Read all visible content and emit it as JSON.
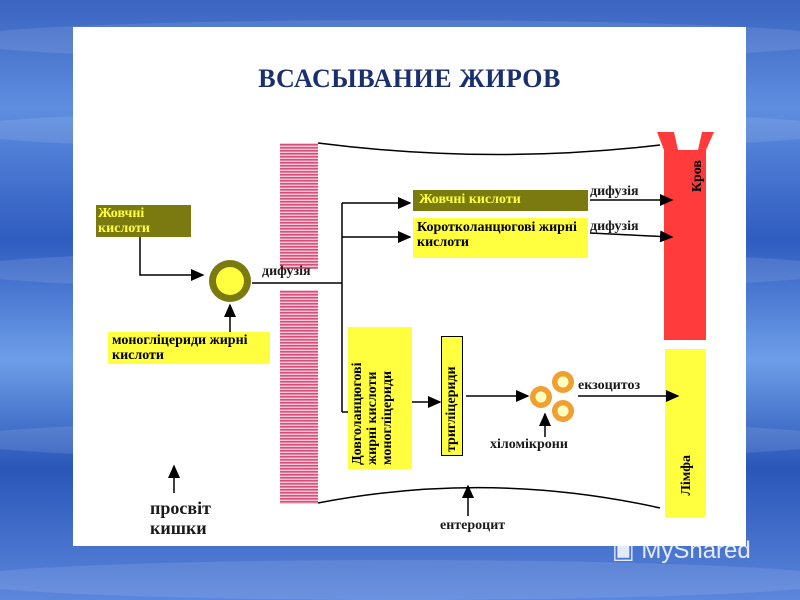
{
  "title": "ВСАСЫВАНИЕ ЖИРОВ",
  "colors": {
    "olive": "#7a7a10",
    "yellow": "#ffff40",
    "red": "#ff3b3b",
    "pink": "#d8507a",
    "orange": "#f0a030"
  },
  "labels": {
    "bile_acids_left": "Жовчні кислоти",
    "monoglycerides_left": "моногліцериди жирні кислоти",
    "diffusion_main": "дифузія",
    "bile_acids_right": "Жовчні кислоти",
    "diffusion_1": "дифузія",
    "short_chain": "Коротколанцюгові жирні кислоти",
    "diffusion_2": "дифузія",
    "blood": "Кров",
    "long_chain": "Довголанцюгові жирні кислоти моногліцериди",
    "triglycerides": "тригліцериди",
    "exocytosis": "екзоцитоз",
    "chylomicrons": "хіломікрони",
    "lymph": "Лімфа",
    "enterocyte": "ентероцит",
    "intestinal_lumen": "просвіт кишки"
  },
  "watermark": "MyShared"
}
